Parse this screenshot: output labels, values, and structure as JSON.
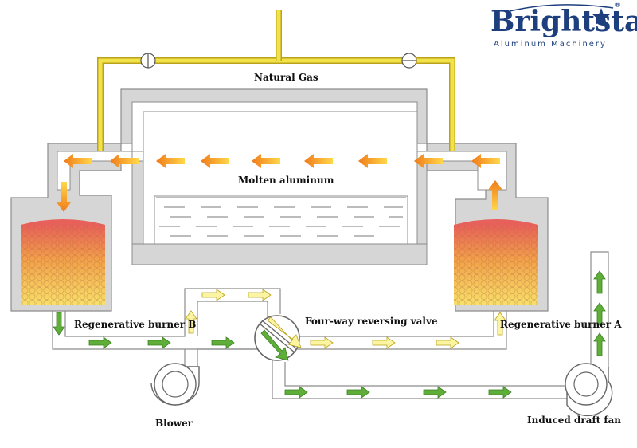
{
  "brand": {
    "name": "Brightstar",
    "tagline": "Aluminum Machinery",
    "registered": "®",
    "color": "#1e3f7e"
  },
  "labels": {
    "natural_gas": "Natural Gas",
    "molten_aluminum": "Molten aluminum",
    "burner_b": "Regenerative burner B",
    "burner_a": "Regenerative burner A",
    "valve": "Four-way reversing valve",
    "blower": "Blower",
    "fan": "Induced draft fan"
  },
  "colors": {
    "wall": "#d6d6d6",
    "wall_edge": "#8c8c8c",
    "gas_line": "#f2e24a",
    "gas_edge": "#b9a21c",
    "flame_arrow_light": "#ffd84a",
    "flame_arrow_dark": "#f07a1a",
    "fresh_air_arrow": "#fbf4a0",
    "exhaust_arrow": "#5fae3a",
    "bed_top": "#e8605a",
    "bed_bottom": "#f6e06a"
  }
}
